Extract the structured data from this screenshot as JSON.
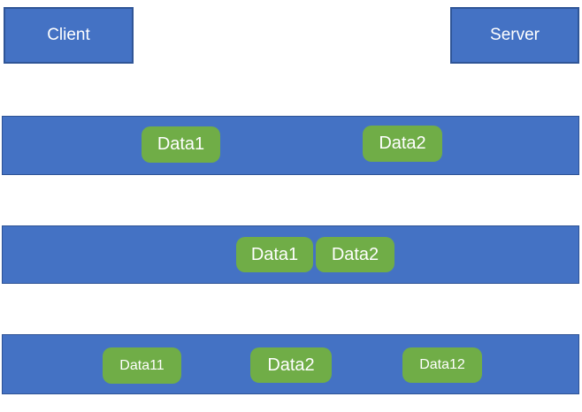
{
  "diagram": {
    "title": "client-server data packet transmission diagram",
    "colors": {
      "node_fill": "#4472c4",
      "node_border": "#2f5597",
      "packet_fill": "#70ad47",
      "text": "#ffffff"
    },
    "nodes": {
      "client": {
        "label": "Client"
      },
      "server": {
        "label": "Server"
      }
    },
    "rows": [
      {
        "name": "stream-row-1",
        "packets": [
          "Data1",
          "Data2"
        ]
      },
      {
        "name": "stream-row-2",
        "packets": [
          "Data1",
          "Data2"
        ]
      },
      {
        "name": "stream-row-3",
        "packets": [
          "Data11",
          "Data2",
          "Data12"
        ]
      }
    ]
  }
}
